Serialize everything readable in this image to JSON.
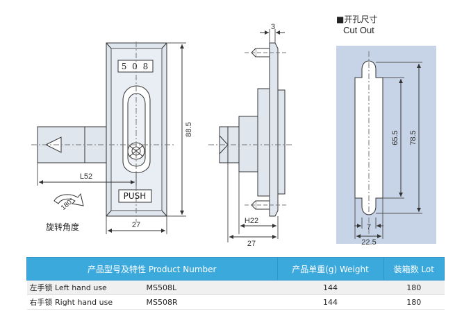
{
  "drawing": {
    "front_view": {
      "display_text": "5 0 8",
      "push_label": "PUSH",
      "rotation_label": "180°",
      "rotation_caption": "旋转角度",
      "dim_height": "88.5",
      "dim_width": "27",
      "dim_left": "L52"
    },
    "side_view": {
      "dim_thickness": "3",
      "dim_h": "H22",
      "dim_width": "27"
    },
    "cutout": {
      "title_cn": "■开孔尺寸",
      "title_en": "Cut Out",
      "dim_inner": "65.5",
      "dim_outer": "78.5",
      "dim_slot": "7",
      "dim_width": "22.5"
    }
  },
  "table": {
    "headers": [
      "产品型号及特性 Product Number",
      "产品单重(g) Weight",
      "装箱数 Lot"
    ],
    "rows": [
      {
        "type": "左手锁 Left hand use",
        "model": "MS508L",
        "weight": "144",
        "lot": "180"
      },
      {
        "type": "右手锁 Right hand use",
        "model": "MS508R",
        "weight": "144",
        "lot": "180"
      }
    ]
  }
}
